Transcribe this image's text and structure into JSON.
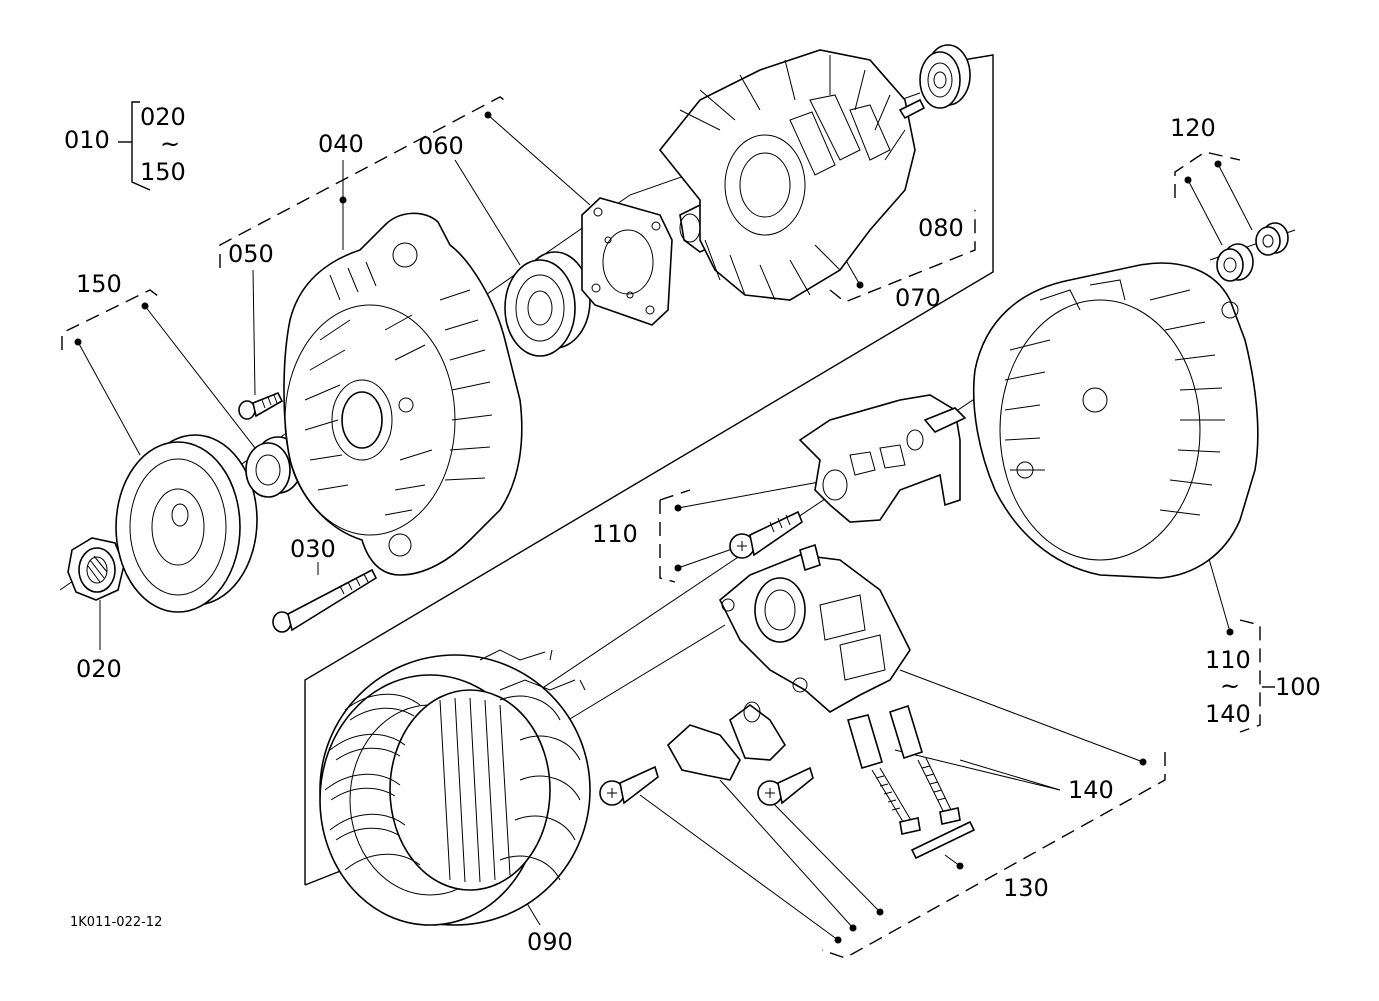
{
  "labels": {
    "l010": "010",
    "l020_top": "020",
    "l150_top": "150",
    "l040": "040",
    "l060": "060",
    "l050": "050",
    "l150": "150",
    "l030": "030",
    "l020": "020",
    "l070": "070",
    "l080": "080",
    "l120": "120",
    "l110_left": "110",
    "l110_right": "110",
    "l140_range": "140",
    "l100": "100",
    "l140": "140",
    "l130": "130",
    "l090": "090",
    "tilde_top": "~",
    "tilde_right": "~",
    "drawing_id": "1K011-022-12"
  }
}
